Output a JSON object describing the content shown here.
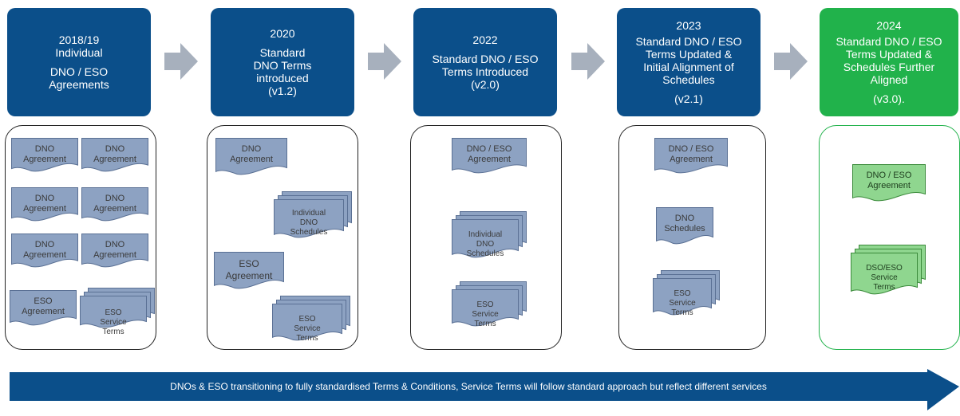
{
  "colors": {
    "header_blue": "#0b4f8a",
    "header_green": "#21b24b",
    "doc_blue": "#8da2c2",
    "doc_green": "#8fd68f",
    "arrow_grey": "#a7b0bd"
  },
  "stages": [
    {
      "lines": [
        "2018/19",
        "Individual",
        "DNO / ESO",
        "Agreements"
      ]
    },
    {
      "lines": [
        "2020",
        "Standard",
        "DNO Terms",
        "introduced",
        "(v1.2)"
      ]
    },
    {
      "lines": [
        "2022",
        "Standard DNO / ESO",
        "Terms Introduced",
        "(v2.0)"
      ]
    },
    {
      "lines": [
        "2023",
        "Standard DNO / ESO",
        "Terms Updated &",
        "Initial Alignment of",
        "Schedules",
        "(v2.1)"
      ]
    },
    {
      "lines": [
        "2024",
        "Standard DNO / ESO",
        "Terms Updated &",
        "Schedules Further",
        "Aligned",
        "(v3.0)."
      ]
    }
  ],
  "docs": {
    "dno_agreement": [
      "DNO",
      "Agreement"
    ],
    "eso_agreement": [
      "ESO",
      "Agreement"
    ],
    "eso_service_terms": [
      "ESO",
      "Service",
      "Terms"
    ],
    "individual_dno_schedules": [
      "Individual",
      "DNO",
      "Schedules"
    ],
    "dno_eso_agreement": [
      "DNO / ESO",
      "Agreement"
    ],
    "dno_schedules": [
      "DNO",
      "Schedules"
    ],
    "dso_eso_service_terms": [
      "DSO/ESO",
      "Service",
      "Terms"
    ]
  },
  "banner": {
    "text": "DNOs & ESO transitioning to fully standardised Terms & Conditions, Service Terms will follow standard approach but reflect different services"
  }
}
